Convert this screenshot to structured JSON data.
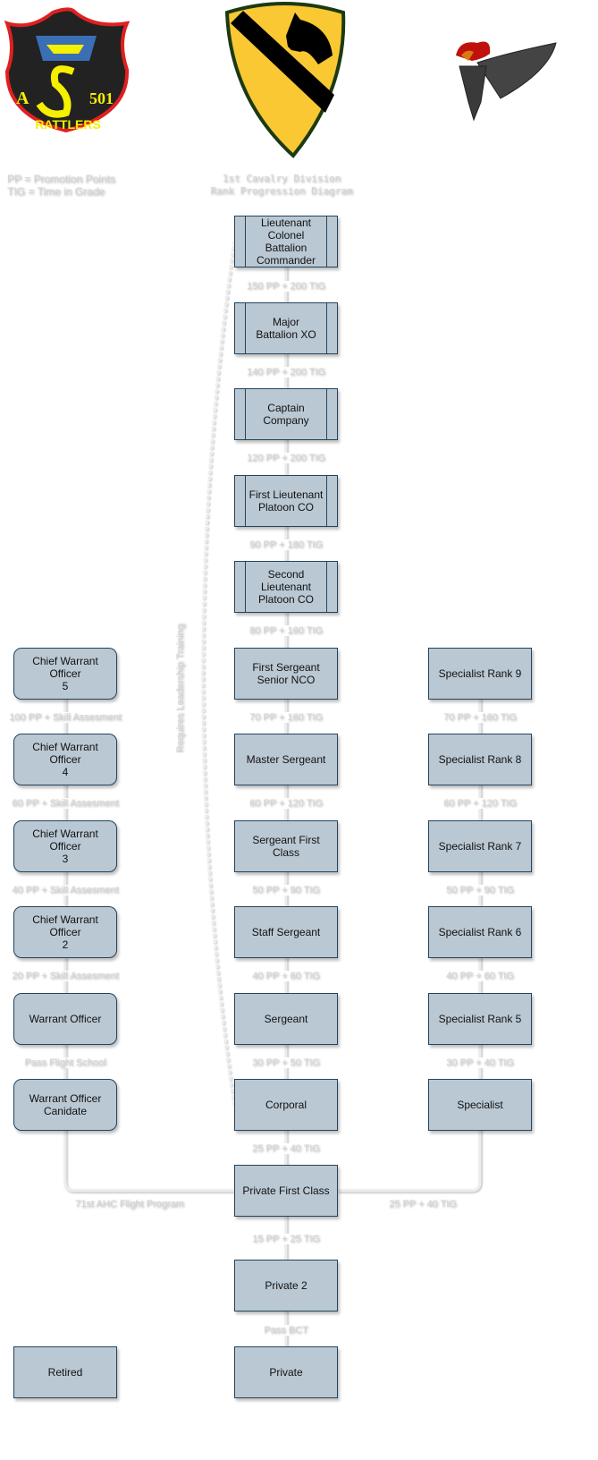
{
  "legend": {
    "line1": "PP = Promotion Points",
    "line2": "TIG = Time in Grade"
  },
  "title": {
    "line1": "1st Cavalry Division",
    "line2": "Rank Progression Diagram"
  },
  "logos": {
    "rattlers": {
      "letter": "A",
      "number": "501",
      "name": "RATTLERS"
    },
    "cavalry": "1st Cavalry Division patch",
    "pathfinder": "Pathfinder badge"
  },
  "side_note": "Requires Leadership Training",
  "center": [
    "Lieutenant\nColonel\nBattalion\nCommander",
    "Major\nBattalion XO",
    "Captain\nCompany",
    "First Lieutenant\nPlatoon CO",
    "Second\nLieutenant\nPlatoon CO",
    "First Sergeant\nSenior NCO",
    "Master Sergeant",
    "Sergeant First Class",
    "Staff Sergeant",
    "Sergeant",
    "Corporal",
    "Private First Class",
    "Private 2",
    "Private"
  ],
  "center_edges": [
    "150 PP + 200 TIG",
    "140 PP + 200 TIG",
    "120 PP + 200 TIG",
    "90 PP + 180 TIG",
    "80 PP + 160 TIG",
    "70 PP + 160 TIG",
    "60 PP + 120 TIG",
    "50 PP + 90 TIG",
    "40 PP + 60 TIG",
    "30 PP + 50 TIG",
    "25 PP + 40 TIG",
    "15 PP + 25 TIG",
    "Pass BCT"
  ],
  "warrant": [
    "Chief Warrant Officer\n5",
    "Chief Warrant Officer\n4",
    "Chief Warrant Officer\n3",
    "Chief Warrant Officer\n2",
    "Warrant Officer",
    "Warrant Officer\nCanidate"
  ],
  "warrant_edges": [
    "100 PP + Skill Assesment",
    "60 PP + Skill Assesment",
    "40 PP + Skill Assesment",
    "20 PP + Skill Assesment",
    "Pass Flight School"
  ],
  "specialist": [
    "Specialist Rank 9",
    "Specialist Rank 8",
    "Specialist Rank 7",
    "Specialist Rank 6",
    "Specialist Rank 5",
    "Specialist"
  ],
  "specialist_edges": [
    "70 PP + 160 TIG",
    "60 PP + 120 TIG",
    "50 PP + 90 TIG",
    "40 PP + 60 TIG",
    "30 PP + 40 TIG"
  ],
  "branch_left": "71st AHC Flight Program",
  "branch_right": "25 PP + 40 TIG",
  "retired": "Retired"
}
